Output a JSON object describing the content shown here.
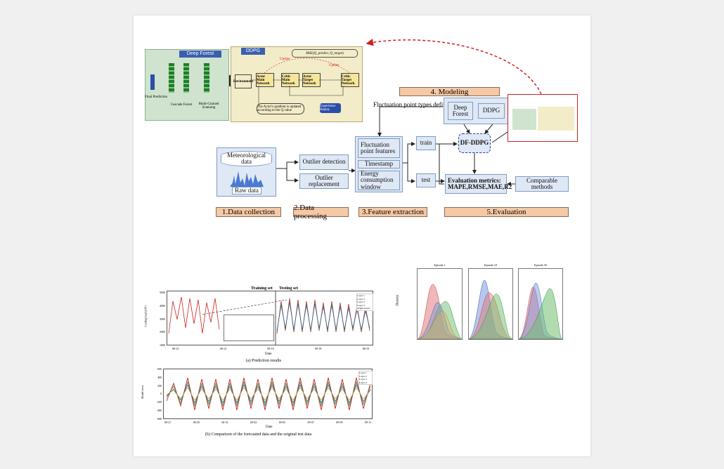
{
  "diagram": {
    "deep_forest": {
      "title": "Deep Forest",
      "final_prediction": "Final Prediction",
      "cascade_forest": "Cascade Forest",
      "multi_grained": "Multi-Grained Scanning"
    },
    "ddpg": {
      "title": "DDPG",
      "mse_label": "MSE(Q_predict, Q_target)",
      "environment": "Environment",
      "actor_main": "Actor Main Network",
      "critic_main": "Critic Main Network",
      "actor_target": "Actor Target Network",
      "critic_target": "Critic Target Network",
      "gradient_note": "The Actor's gradient is updated according to the Q value",
      "replay": "Experience Replay",
      "update1": "Update",
      "update2": "Update"
    },
    "modeling": {
      "stage_label": "4. Modeling",
      "fluct_types": "Fluctuation point types definition",
      "deep_forest": "Deep Forest",
      "ddpg": "DDPG",
      "dfddpg": "DF-DDPG"
    },
    "collection": {
      "meteorological": "Meteorological data",
      "raw": "Raw data",
      "stage_label": "1.Data collection"
    },
    "processing": {
      "outlier_detection": "Outlier detection",
      "outlier_replacement": "Outlier replacement",
      "stage_label": "2.Data processing"
    },
    "features": {
      "fluct_features": "Fluctuation point features",
      "timestamp": "Timestamp",
      "energy_window": "Energy consumption window",
      "stage_label": "3.Feature extraction"
    },
    "split": {
      "train": "train",
      "test": "test"
    },
    "evaluation": {
      "metrics_title": "Evaluation metrics:",
      "metrics": "MAPE,RMSE,MAE,R2",
      "comparable": "Comparable methods",
      "stage_label": "5.Evaluation"
    }
  },
  "charts": {
    "prediction": {
      "training_set": "Training set",
      "testing_set": "Testing set",
      "ylabel": "Cooling load (kW)",
      "xlabel": "Date",
      "caption": "(a) Prediction results",
      "yticks": [
        "5000",
        "4000",
        "3000",
        "2000",
        "1000"
      ],
      "xticks": [
        "08-12",
        "08-14",
        "08-16",
        "08-18",
        "08-19"
      ],
      "legend": [
        "Layer 1",
        "Layer 2",
        "Layer 3",
        "Layer 4",
        "Original data"
      ]
    },
    "error": {
      "ylabel": "Model error",
      "xlabel": "Date",
      "caption": "(b) Comparison of the forecasted data and the original test data",
      "yticks": [
        "600",
        "400",
        "200",
        "0",
        "-200",
        "-400",
        "-600"
      ],
      "xticks": [
        "08-27",
        "08-29",
        "08-31",
        "09-02",
        "09-05",
        "09-07",
        "09-09",
        "09-11"
      ],
      "legend": [
        "Layer 1",
        "Layer 2",
        "Layer 3",
        "Layer 4"
      ]
    },
    "density": {
      "ylabel": "Density",
      "panels": [
        "Episode 1",
        "Episode 10",
        "Episode 50"
      ]
    }
  },
  "colors": {
    "panel_box": "#dfe8f5",
    "stage_box": "#f5c9a6",
    "red_highlight": "#d02020",
    "deep_forest_bg": "#cfe3cf",
    "ddpg_bg": "#f3ecc8"
  }
}
